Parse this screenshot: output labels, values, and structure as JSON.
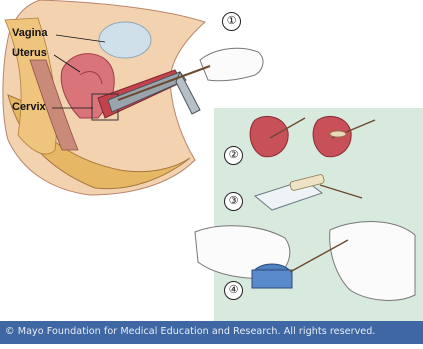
{
  "labels": {
    "vagina": "Vagina",
    "uterus": "Uterus",
    "cervix": "Cervix"
  },
  "steps": [
    "①",
    "②",
    "③",
    "④"
  ],
  "footer": {
    "copyright": "© Mayo Foundation for Medical Education and Research.  All rights reserved."
  },
  "colors": {
    "panel_background": "#d8e9de",
    "footer_background": "#3f67a3"
  }
}
